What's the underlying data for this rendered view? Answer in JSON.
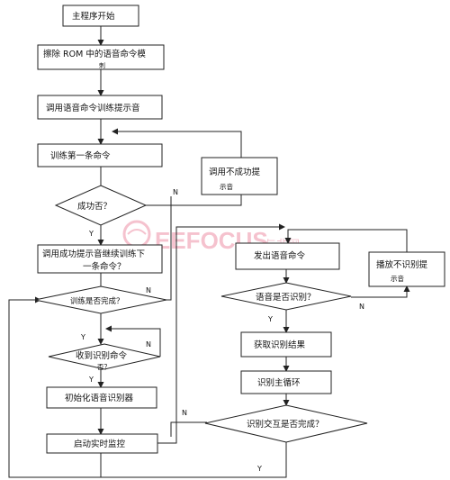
{
  "nodes": {
    "start": "主程序开始",
    "erase": [
      "擦除 ROM 中的语音命令模",
      "刺"
    ],
    "train_prompt": "调用语音命令训练提示音",
    "train_first": "训练第一条命令",
    "fail_prompt": [
      "调用不成功提",
      "示音"
    ],
    "success_q": "成功否？",
    "success_prompt": [
      "调用成功提示音继续训练下",
      "一条命令？"
    ],
    "training_done_q": "训练是否完成？",
    "receive_q": [
      "收到识别命令",
      "否？"
    ],
    "init_recognizer": "初始化语音识别器",
    "start_monitor": "启动实时监控",
    "send_voice": "发出语音命令",
    "recognized_q": "语音是否识别？",
    "play_unrecognized": [
      "播放不识别提",
      "示音"
    ],
    "get_result": "获取识别结果",
    "main_loop": "识别主循环",
    "interaction_done_q": "识别交互是否完成？"
  },
  "labels": {
    "yes": "Y",
    "no": "N"
  },
  "watermark": {
    "text": "EEFOCUS",
    "subtext": "与非网",
    "color": "#f4b8c6"
  },
  "colors": {
    "stroke": "#222222",
    "fill": "#ffffff"
  }
}
